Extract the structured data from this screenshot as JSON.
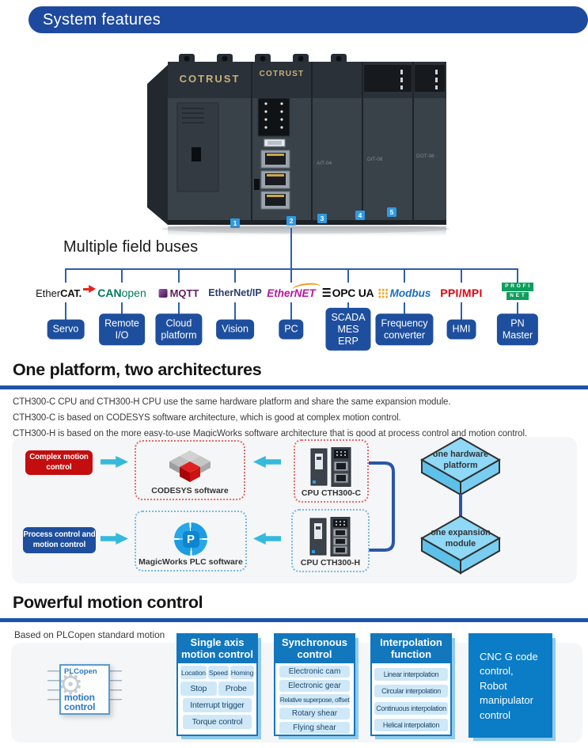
{
  "header": {
    "title": "System features"
  },
  "plc": {
    "brand": "COTRUST",
    "badges": [
      "1",
      "2",
      "3",
      "4",
      "5"
    ]
  },
  "field_bus": {
    "label": "Multiple field buses",
    "columns": [
      {
        "protocol": "EtherCAT",
        "logo_prefix": "Ether",
        "logo_bold": "CAT.",
        "target": "Servo"
      },
      {
        "protocol": "CANopen",
        "logo_bold": "CAN",
        "logo_suffix": "open",
        "target": "Remote\nI/O"
      },
      {
        "protocol": "MQTT",
        "logo_text": "MQTT",
        "target": "Cloud\nplatform"
      },
      {
        "protocol": "EtherNet/IP",
        "logo_text": "EtherNet/IP",
        "target": "Vision"
      },
      {
        "protocol": "EtherNET",
        "logo_text": "EtherNET",
        "target": "PC"
      },
      {
        "protocol": "OPC UA",
        "logo_text": "OPC UA",
        "target": "SCADA\nMES\nERP"
      },
      {
        "protocol": "Modbus",
        "logo_text": "Modbus",
        "target": "Frequency\nconverter"
      },
      {
        "protocol": "PPI/MPI",
        "logo_text": "PPI/MPI",
        "target": "HMI"
      },
      {
        "protocol": "PROFINET",
        "logo_row1": "PROFI",
        "logo_row2": "NET",
        "target": "PN\nMaster"
      }
    ]
  },
  "architectures": {
    "heading": "One platform, two architectures",
    "paragraphs": [
      "CTH300-C CPU and CTH300-H CPU use the same hardware platform and share the same expansion module.",
      "CTH300-C is based on CODESYS software architecture, which is good at complex motion control.",
      "CTH300-H is based on the more easy-to-use MagicWorks software architecture that is good at process control and motion control."
    ],
    "rows": [
      {
        "badge": "Complex motion\ncontrol",
        "software": "CODESYS software",
        "cpu": "CPU CTH300-C"
      },
      {
        "badge": "Process control and\nmotion control",
        "software": "MagicWorks PLC software",
        "cpu": "CPU CTH300-H"
      }
    ],
    "hardware_diamond": "one hardware\nplatform",
    "expansion_diamond": "one expansion\nmodule",
    "magicworks_initial": "P"
  },
  "motion": {
    "heading": "Powerful motion control",
    "intro": "Based on PLCopen standard motion\ncontrol library",
    "plcopen": {
      "top": "PLCopen",
      "bottom": "motion\ncontrol"
    },
    "single_axis": {
      "header": "Single axis\nmotion control",
      "row1": [
        "Location",
        "Speed",
        "Homing"
      ],
      "row2": [
        "Stop",
        "Probe"
      ],
      "row3": "Interrupt trigger",
      "row4": "Torque control"
    },
    "synchronous": {
      "header": "Synchronous\ncontrol",
      "items": [
        "Electronic cam",
        "Electronic gear",
        "Relative superpose, offset",
        "Rotary shear",
        "Flying shear"
      ]
    },
    "interpolation": {
      "header": "Interpolation\nfunction",
      "items": [
        "Linear interpolation",
        "Circular interpolation",
        "Continuous interpolation",
        "Helical interpolation"
      ]
    },
    "cnc": "CNC G code\ncontrol,\nRobot\nmanipulator\ncontrol"
  },
  "colors": {
    "header_blue": "#1d4a9e",
    "rule_blue": "#1d55a6",
    "target_blue": "#1e4f9e",
    "badge_red": "#c40d0e",
    "cyan_arrow": "#35b9dd",
    "column_blue": "#1277bd",
    "item_blue": "#cfe8f8",
    "panel_gray": "#f5f6f7",
    "diamond_blue": "#8fd8f6",
    "cnc_blue": "#0b7cc6"
  }
}
